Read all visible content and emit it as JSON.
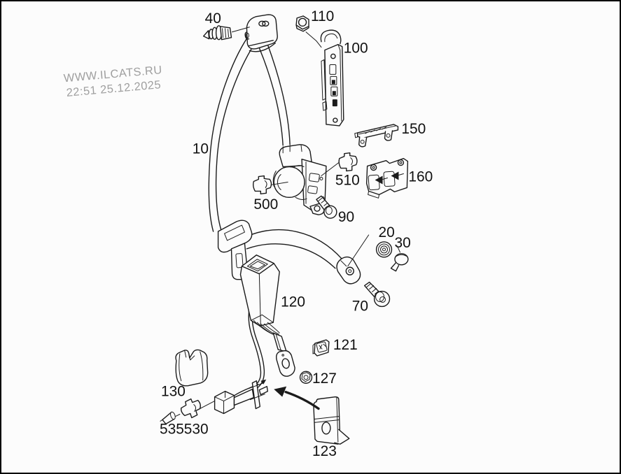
{
  "page": {
    "background_color": "#fcfcfc",
    "border_color": "#000000",
    "line_color": "#1b1b1b",
    "label_color": "#111111"
  },
  "watermark": {
    "line1": "WWW.ILCATS.RU",
    "line2": "22:51 25.12.2025",
    "color": "#9f9f9f"
  },
  "diagram": {
    "type": "exploded-parts-diagram",
    "subject": "seat belt assembly with retractor, buckle and mounting hardware",
    "part_labels": [
      {
        "ref": "40"
      },
      {
        "ref": "110"
      },
      {
        "ref": "100"
      },
      {
        "ref": "150"
      },
      {
        "ref": "10"
      },
      {
        "ref": "510"
      },
      {
        "ref": "160"
      },
      {
        "ref": "500"
      },
      {
        "ref": "90"
      },
      {
        "ref": "20"
      },
      {
        "ref": "30"
      },
      {
        "ref": "120"
      },
      {
        "ref": "70"
      },
      {
        "ref": "121"
      },
      {
        "ref": "127"
      },
      {
        "ref": "130"
      },
      {
        "ref": "535"
      },
      {
        "ref": "530"
      },
      {
        "ref": "123"
      }
    ]
  }
}
